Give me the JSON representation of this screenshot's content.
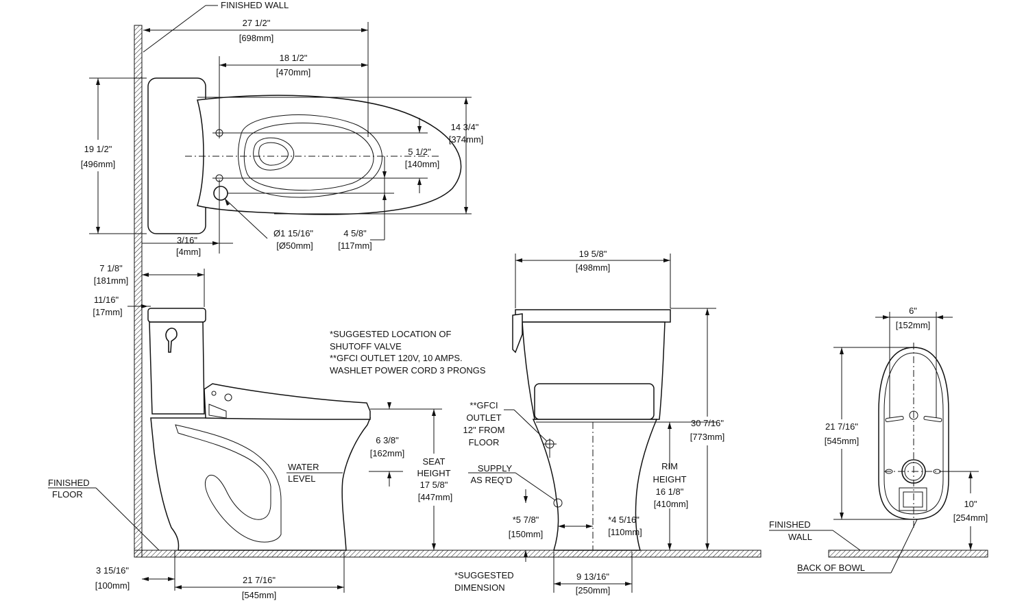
{
  "labels": {
    "finished_wall_top": "FINISHED WALL",
    "finished_floor_1": "FINISHED",
    "finished_floor_2": "FLOOR",
    "finished_wall_right_1": "FINISHED",
    "finished_wall_right_2": "WALL",
    "back_of_bowl": "BACK OF BOWL",
    "water_level_1": "WATER",
    "water_level_2": "LEVEL",
    "seat_height_1": "SEAT",
    "seat_height_2": "HEIGHT",
    "seat_height_3": "17 5/8\"",
    "seat_height_4": "[447mm]",
    "rim_height_1": "RIM",
    "rim_height_2": "HEIGHT",
    "rim_height_3": "16 1/8\"",
    "rim_height_4": "[410mm]",
    "gfci_1": "**GFCI",
    "gfci_2": "OUTLET",
    "gfci_3": "12\" FROM",
    "gfci_4": "FLOOR",
    "supply_1": "SUPPLY",
    "supply_2": "AS REQ'D",
    "suggested_dim_1": "*SUGGESTED",
    "suggested_dim_2": "DIMENSION"
  },
  "notes": [
    "*SUGGESTED LOCATION OF",
    "SHUTOFF VALVE",
    "**GFCI OUTLET 120V, 10 AMPS.",
    "WASHLET POWER CORD 3 PRONGS"
  ],
  "dimensions": {
    "d27": {
      "in": "27 1/2\"",
      "mm": "[698mm]"
    },
    "d18": {
      "in": "18 1/2\"",
      "mm": "[470mm]"
    },
    "d19": {
      "in": "19 1/2\"",
      "mm": "[496mm]"
    },
    "d14": {
      "in": "14 3/4\"",
      "mm": "[374mm]"
    },
    "d5": {
      "in": "5 1/2\"",
      "mm": "[140mm]"
    },
    "d3_16": {
      "in": "3/16\"",
      "mm": "[4mm]"
    },
    "dia": {
      "in": "Ø1 15/16\"",
      "mm": "[Ø50mm]"
    },
    "d4_58": {
      "in": "4 5/8\"",
      "mm": "[117mm]"
    },
    "d7": {
      "in": "7 1/8\"",
      "mm": "[181mm]"
    },
    "d11_16": {
      "in": "11/16\"",
      "mm": "[17mm]"
    },
    "d6_38": {
      "in": "6 3/8\"",
      "mm": "[162mm]"
    },
    "d3_1516": {
      "in": "3 15/16\"",
      "mm": "[100mm]"
    },
    "d21_left": {
      "in": "21 7/16\"",
      "mm": "[545mm]"
    },
    "d19_58": {
      "in": "19 5/8\"",
      "mm": "[498mm]"
    },
    "d30": {
      "in": "30 7/16\"",
      "mm": "[773mm]"
    },
    "d5_78": {
      "in": "*5 7/8\"",
      "mm": "[150mm]"
    },
    "d4_516": {
      "in": "*4 5/16\"",
      "mm": "[110mm]"
    },
    "d9": {
      "in": "9 13/16\"",
      "mm": "[250mm]"
    },
    "d6": {
      "in": "6\"",
      "mm": "[152mm]"
    },
    "d21_right": {
      "in": "21 7/16\"",
      "mm": "[545mm]"
    },
    "d10": {
      "in": "10\"",
      "mm": "[254mm]"
    }
  }
}
